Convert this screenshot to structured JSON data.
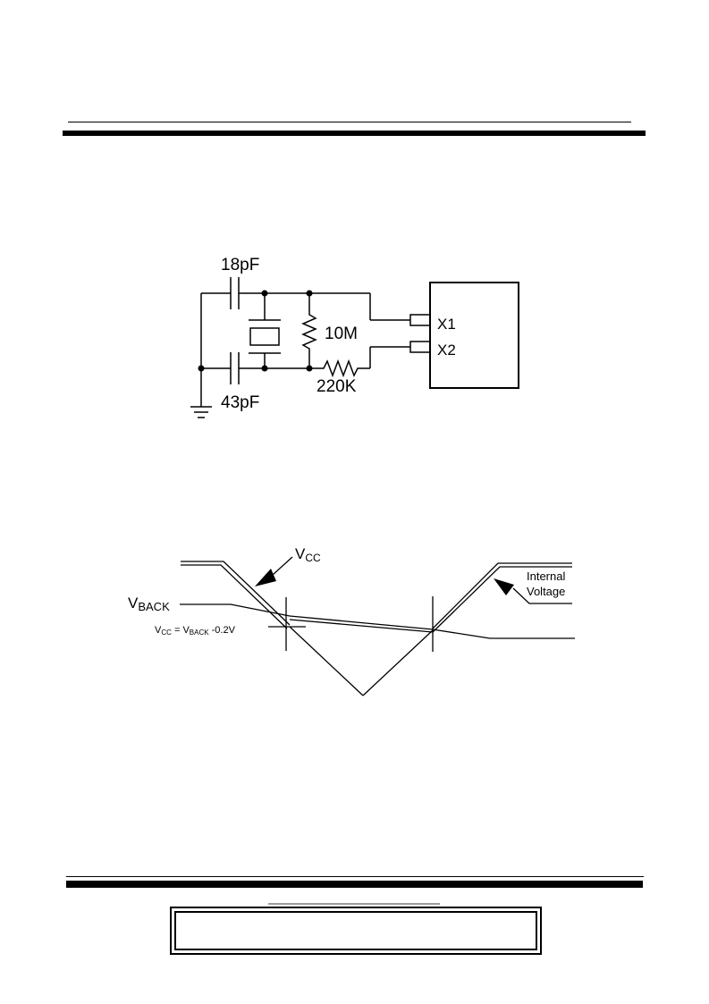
{
  "oscillator_circuit": {
    "cap_top_value": "18pF",
    "cap_bottom_value": "43pF",
    "resistor_feedback_value": "10M",
    "resistor_series_value": "220K",
    "pin_x1_label": "X1",
    "pin_x2_label": "X2"
  },
  "power_waveform": {
    "vcc_label_main": "V",
    "vcc_label_sub": "CC",
    "vback_label_main": "V",
    "vback_label_sub": "BACK",
    "eq_v1_main": "V",
    "eq_v1_sub": "CC",
    "eq_mid": " = V",
    "eq_v2_sub": "BACK",
    "eq_tail": " -0.2V",
    "internal_line1": "Internal",
    "internal_line2": "Voltage"
  }
}
